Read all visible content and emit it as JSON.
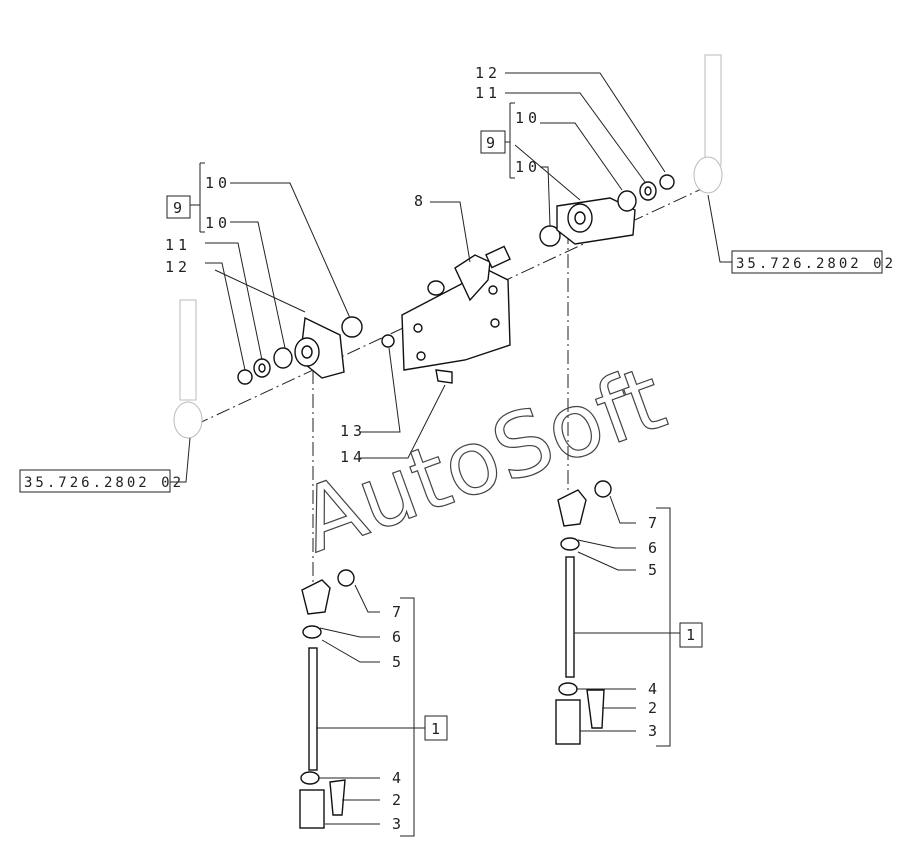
{
  "labels": {
    "l1": "1",
    "l2": "2",
    "l3": "3",
    "l4": "4",
    "l5": "5",
    "l6": "6",
    "l7": "7",
    "l8": "8",
    "l9": "9",
    "l10": "10",
    "l11": "11",
    "l12": "12",
    "l13": "13",
    "l14": "14"
  },
  "reference": "35.726.2802 02",
  "watermark": "AutoSoft"
}
